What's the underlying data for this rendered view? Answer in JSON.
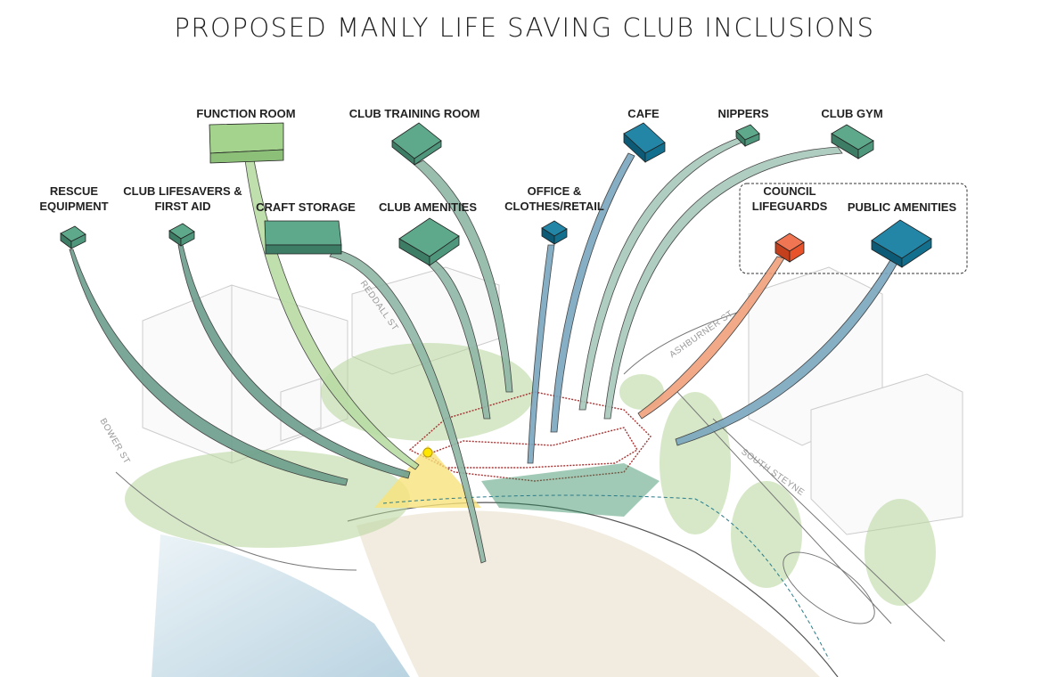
{
  "title": "PROPOSED MANLY LIFE SAVING CLUB INCLUSIONS",
  "colors": {
    "club": "#4e967c",
    "function": "#a3d38d",
    "public": "#126f8e",
    "council": "#e8532b"
  },
  "inclusions": [
    {
      "label": "FUNCTION ROOM",
      "type": "function"
    },
    {
      "label": "CLUB TRAINING ROOM",
      "type": "club"
    },
    {
      "label": "CAFE",
      "type": "public"
    },
    {
      "label": "NIPPERS",
      "type": "club"
    },
    {
      "label": "CLUB GYM",
      "type": "club"
    },
    {
      "label": "RESCUE EQUIPMENT",
      "type": "club"
    },
    {
      "label": "CLUB LIFESAVERS & FIRST AID",
      "type": "club"
    },
    {
      "label": "CRAFT STORAGE",
      "type": "club"
    },
    {
      "label": "CLUB AMENITIES",
      "type": "club"
    },
    {
      "label": "OFFICE & CLOTHES/RETAIL",
      "type": "public"
    },
    {
      "label": "COUNCIL LIFEGUARDS",
      "type": "council"
    },
    {
      "label": "PUBLIC AMENITIES",
      "type": "public"
    }
  ],
  "streets": [
    "REDDALL ST",
    "ASHBURNER ST",
    "SOUTH STEYNE",
    "BOWER ST"
  ]
}
